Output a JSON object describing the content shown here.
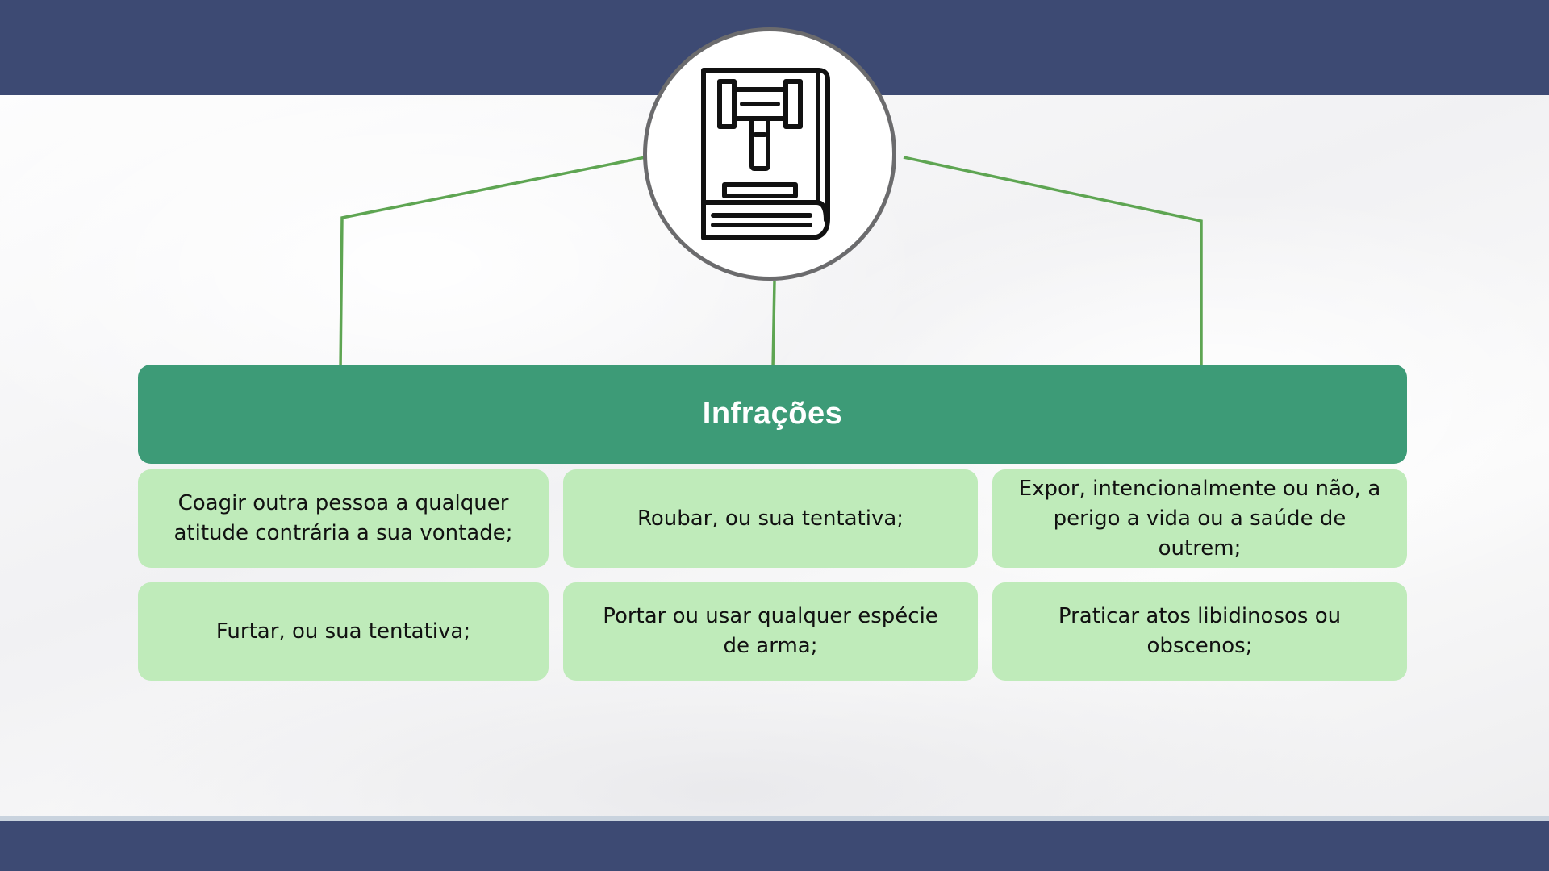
{
  "slide": {
    "colors": {
      "band": "#3d4a73",
      "header": "#3d9b77",
      "card": "#bfebba",
      "connector": "#5ea552",
      "circle_border": "#6b6b6d"
    },
    "icon": "law-book-gavel-icon",
    "header": {
      "title": "Infrações"
    },
    "cards": [
      {
        "text": "Coagir outra pessoa a qualquer atitude contrária a sua vontade;"
      },
      {
        "text": "Roubar, ou sua tentativa;"
      },
      {
        "text": "Expor, intencionalmente ou não, a perigo a vida ou a saúde de outrem;"
      },
      {
        "text": "Furtar, ou sua tentativa;"
      },
      {
        "text": "Portar ou usar qualquer espécie de arma;"
      },
      {
        "text": "Praticar atos libidinosos ou obscenos;"
      }
    ]
  }
}
